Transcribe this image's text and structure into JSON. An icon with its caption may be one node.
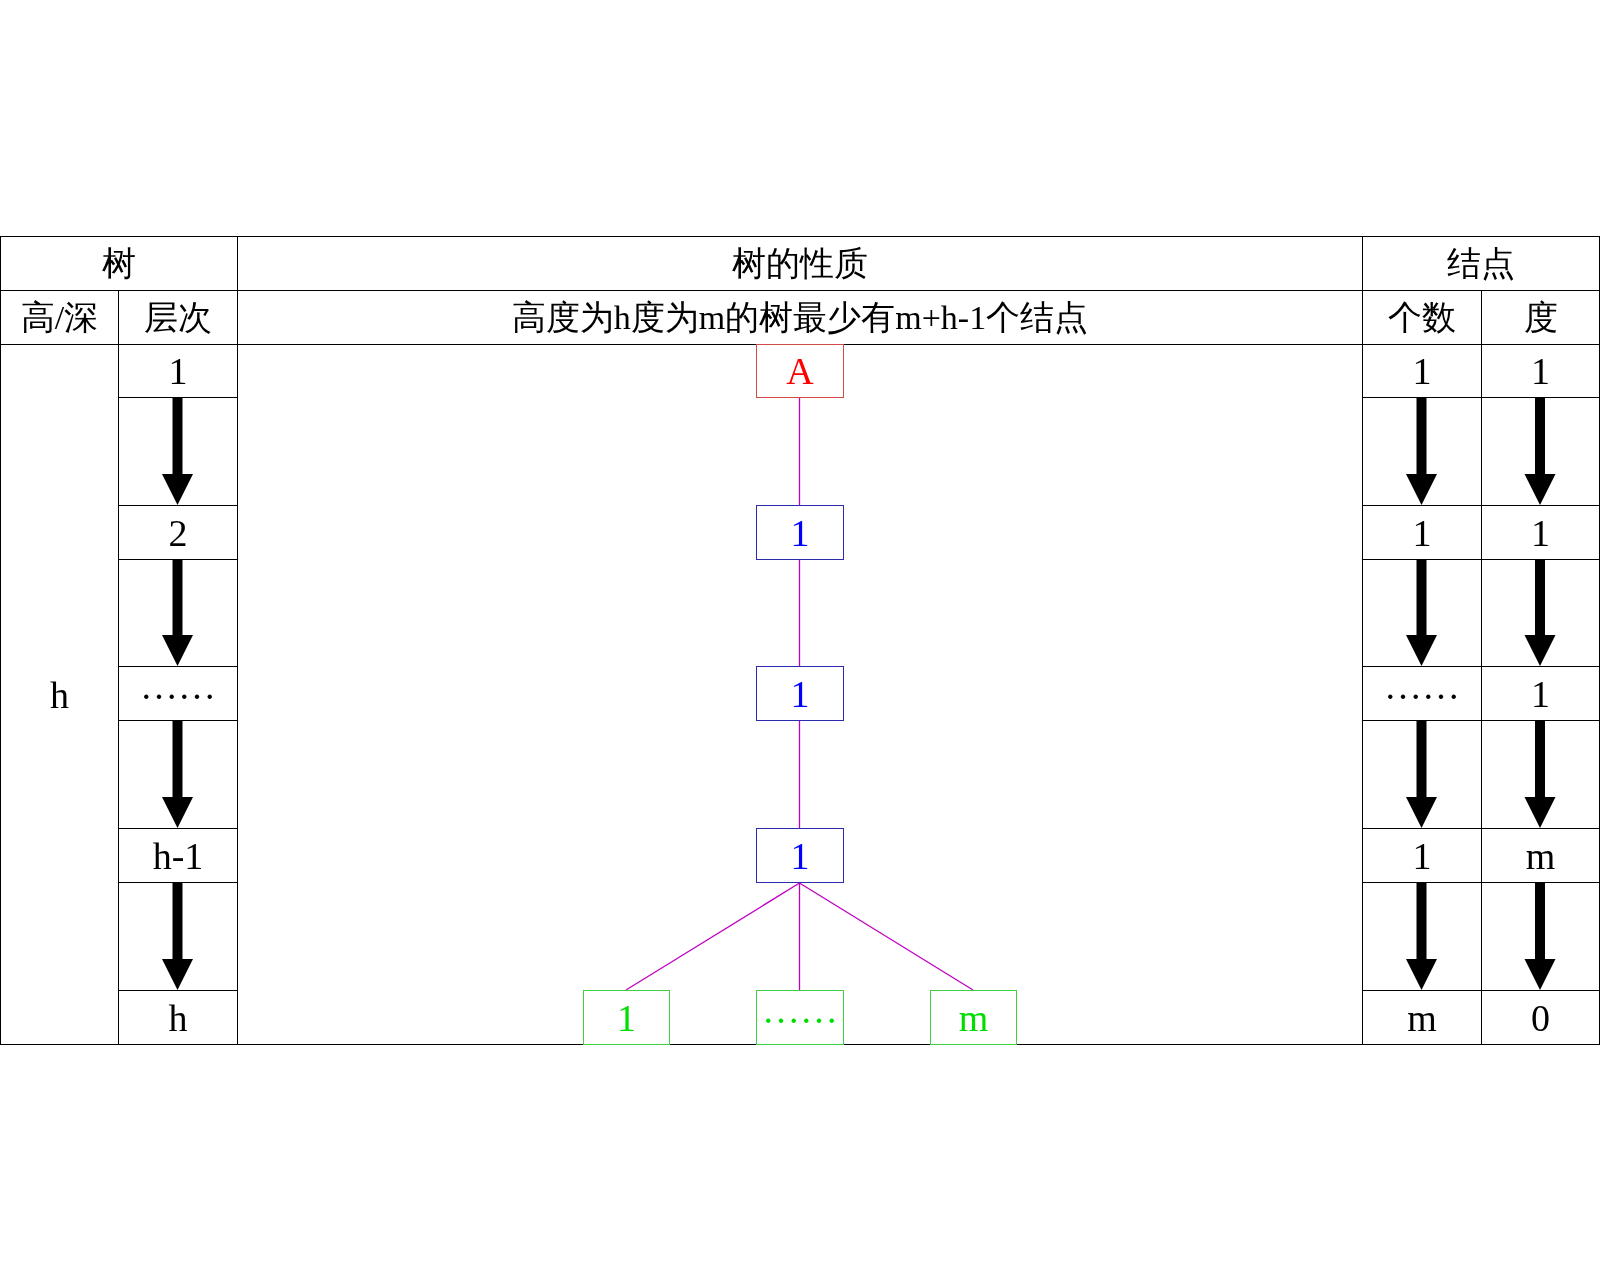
{
  "diagram": {
    "nodes": [
      {
        "text": [
          "1"
        ]
      },
      {
        "text": [
          "A"
        ]
      },
      {
        "text": [
          "1"
        ]
      },
      {
        "text": [
          "1"
        ]
      },
      {
        "text": [
          "2"
        ]
      },
      {
        "text": [
          "1"
        ]
      },
      {
        "text": [
          "1"
        ]
      },
      {
        "text": [
          "1"
        ]
      },
      {
        "text": [
          "……"
        ]
      },
      {
        "text": [
          "1"
        ]
      },
      {
        "text": [
          "……"
        ]
      },
      {
        "text": [
          "1"
        ]
      },
      {
        "text": [
          "h-1"
        ]
      },
      {
        "text": [
          "1"
        ]
      },
      {
        "text": [
          "1"
        ]
      },
      {
        "text": [
          "m"
        ]
      },
      {
        "text": [
          "h"
        ]
      },
      {
        "text": [
          "1"
        ]
      },
      {
        "text": [
          "……"
        ]
      },
      {
        "text": [
          "m"
        ]
      },
      {
        "text": [
          "m"
        ]
      },
      {
        "text": [
          "0"
        ]
      }
    ],
    "edges": [
      {
        "from": 0,
        "to": 4,
        "arrow": "to"
      },
      {
        "from": 4,
        "to": 8,
        "arrow": "to"
      },
      {
        "from": 8,
        "to": 12,
        "arrow": "to"
      },
      {
        "from": 12,
        "to": 16,
        "arrow": "to"
      },
      {
        "from": 1,
        "to": 5,
        "arrow": "none",
        "color": "#c000c0"
      },
      {
        "from": 5,
        "to": 9,
        "arrow": "none",
        "color": "#c000c0"
      },
      {
        "from": 9,
        "to": 13,
        "arrow": "none",
        "color": "#c000c0"
      },
      {
        "from": 13,
        "to": 17,
        "arrow": "none",
        "color": "#c000c0"
      },
      {
        "from": 13,
        "to": 18,
        "arrow": "none",
        "color": "#c000c0"
      },
      {
        "from": 13,
        "to": 19,
        "arrow": "none",
        "color": "#c000c0"
      },
      {
        "from": 2,
        "to": 6,
        "arrow": "to"
      },
      {
        "from": 6,
        "to": 10,
        "arrow": "to"
      },
      {
        "from": 10,
        "to": 14,
        "arrow": "to"
      },
      {
        "from": 14,
        "to": 20,
        "arrow": "to"
      },
      {
        "from": 3,
        "to": 7,
        "arrow": "to"
      },
      {
        "from": 7,
        "to": 11,
        "arrow": "to"
      },
      {
        "from": 11,
        "to": 15,
        "arrow": "to"
      },
      {
        "from": 15,
        "to": 21,
        "arrow": "to"
      }
    ],
    "labels": [
      "树",
      "树的性质",
      "结点",
      "高/深",
      "层次",
      "高度为h度为m的树最少有m+h-1个结点",
      "个数",
      "度",
      "h"
    ]
  }
}
